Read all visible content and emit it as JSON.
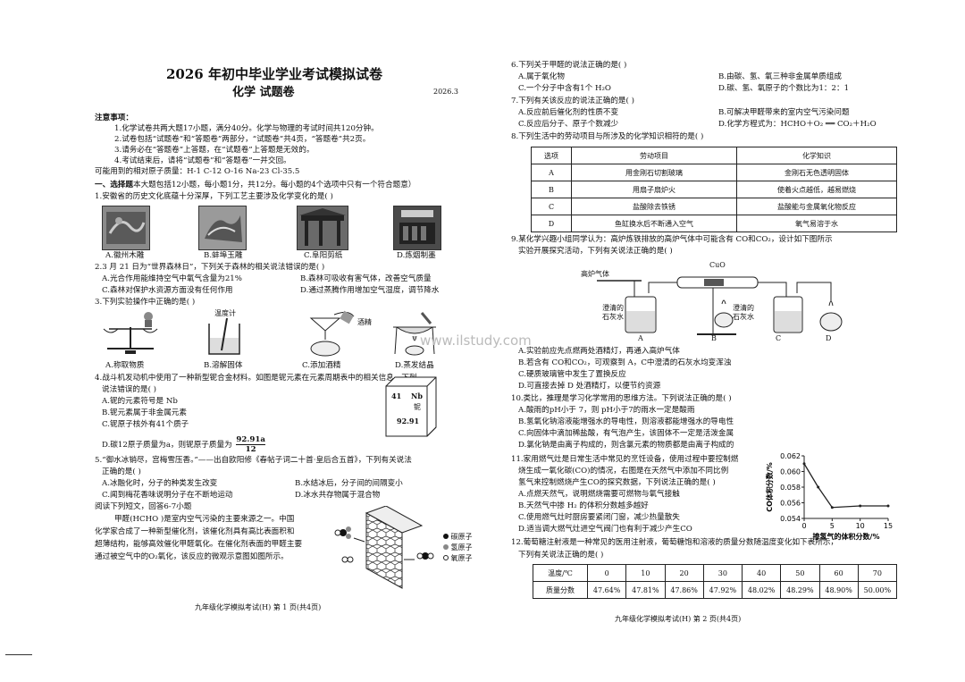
{
  "left": {
    "title": "2026 年初中毕业学业考试模拟试卷",
    "subtitle": "化学 试题卷",
    "date": "2026.3",
    "notes_head": "注意事项：",
    "notes": [
      "1.化学试卷共两大题17小题，满分40分。化学与物理的考试时间共120分钟。",
      "2.试卷包括“试题卷”和“答题卷”两部分，“试题卷”共4页，“答题卷”共2页。",
      "3.请务必在“答题卷”上答题，在“试题卷”上答题是无效的。",
      "4.考试结束后，请将“试题卷”和“答题卷”一并交回。"
    ],
    "atomic": "可能用到的相对原子质量：H-1    C-12    O-16    Na-23    Cl-35.5",
    "section1": "一、选择题",
    "section1_rest": "本大题包括12小题，每小题1分，共12分。每小题的4个选项中只有一个符合题意）",
    "q1": "1.安徽省的历史文化底蕴十分深厚，下列工艺主要涉及化学变化的是(      )",
    "q1_opts": [
      "A.徽州木雕",
      "B.蚌埠玉雕",
      "C.阜阳剪纸",
      "D.炼烟制墨"
    ],
    "q2": "2.3 月  21  日为“世界森林日”，下列关于森林的相关说法错误的是(      )",
    "q2_opts": [
      "A.光合作用能维持空气中氧气含量为21%",
      "B.森林可吸收有害气体，改善空气质量",
      "C.森林对保护水资源方面没有任何作用",
      "D.通过蒸腾作用增加空气湿度，调节降水"
    ],
    "q3": "3.下列实验操作中正确的是(      )",
    "q3_labels": [
      "温度计",
      "酒精"
    ],
    "q3_opts": [
      "A.称取物质",
      "B.溶解固体",
      "C.添加酒精",
      "D.蒸发结晶"
    ],
    "q4": [
      "4.战斗机发动机中使用了一种新型铌合金材料。如图是铌元素在元素周期表中的相关信息。下列",
      "说法错误的是(      )"
    ],
    "q4_opts": [
      "A.铌的元素符号是 Nb",
      "B.铌元素属于非金属元素",
      "C.铌原子核外有41个质子"
    ],
    "q4_d": "D.碳12原子质量为a，则铌原子质量为",
    "q4_frac_num": "92.91a",
    "q4_frac_den": "12",
    "nb": {
      "num": "41",
      "sym": "Nb",
      "name": "铌",
      "mass": "92.91"
    },
    "q5": [
      "5.“御水冰销尽，宫梅雪压香。”——出自欧阳修《春帖子词二十首·皇后合五首》，下列有关说法",
      "正确的是(      )"
    ],
    "q5_opts": [
      "A.冰融化时，分子的种类发生改变",
      "B.水结冰后，分子间的间隔变小",
      "C.闻到梅花香味说明分子在不断地运动",
      "D.冰水共存物属于混合物"
    ],
    "read": "阅读下列短文，回答6-7小题",
    "passage": [
      "甲醛(HCHO )是室内空气污染的主要来源之一。中国",
      "化学家合成了一种新型催化剂，该催化剂具有高比表面积和",
      "超薄结构，能够高效催化甲醛氧化。在催化剂表面的甲醛主要",
      "通过被空气中的O₂氧化，该反应的微观示意图如图所示。"
    ],
    "legend": [
      "碳原子",
      "氢原子",
      "氧原子"
    ],
    "footer": "九年级化学模拟考试(H)    第  1  页(共4页)"
  },
  "right": {
    "q6": "6.下列关于甲醛的说法正确的是(      )",
    "q6_opts": [
      "A.属于氧化物",
      "B.由碳、氢、氧三种非金属单质组成",
      "C.一个分子中含有1个 H₂O",
      "D.碳、氢、氧原子的个数比为1：2：1"
    ],
    "q7": "7.下列有关该反应的说法正确的是(      )",
    "q7_opts": [
      "A.反应前后催化剂的性质不变",
      "B.可解决甲醛带来的室内空气污染问题",
      "C.反应后分子、原子个数减少",
      "D.化学方程式为：HCHO＋O₂ ══ CO₂＋H₂O"
    ],
    "q8": "8.下列生活中的劳动项目与所涉及的化学知识相符的是(      )",
    "q8_table": {
      "headers": [
        "选项",
        "劳动项目",
        "化学知识"
      ],
      "rows": [
        [
          "A",
          "用金刚石切割玻璃",
          "金刚石无色透明固体"
        ],
        [
          "B",
          "用扇子扇炉火",
          "使着火点越低，越易燃烧"
        ],
        [
          "C",
          "盐酸除去铁锈",
          "盐酸能与金属氧化物反应"
        ],
        [
          "D",
          "鱼缸换水后不断通入空气",
          "氧气易溶于水"
        ]
      ]
    },
    "q9": [
      "9.某化学兴趣小组同学认为：高炉炼铁排放的高炉气体中可能含有 CO和CO₂，设计如下图所示",
      "实验开展探究活动，下列有关说法正确的是(      )"
    ],
    "apparatus_labels": [
      "高炉气体",
      "CuO",
      "澄清的",
      "石灰水",
      "澄清的",
      "石灰水",
      "A",
      "B",
      "C",
      "D"
    ],
    "q9_opts": [
      "A.实验前应先点燃两处酒精灯，再通入高炉气体",
      "B.若含有 CO和CO₂，可观察到 A，C中澄清的石灰水均变浑浊",
      "C.硬质玻璃管中发生了置换反应",
      "D.可直接去掉 D 处酒精灯，以便节约资源"
    ],
    "q10": "10.类比，推理是学习化学常用的思维方法。下列说法正确的是(      )",
    "q10_opts": [
      "A.酸雨的pH小于 7，则 pH小于7的雨水一定是酸雨",
      "B.氢氧化钠溶液能增强水的导电性，则溶液都能增强水的导电性",
      "C.向固体中滴加稀盐酸，有气泡产生，该固体不一定是活泼金属",
      "D.氯化钠是由离子构成的，则含氯元素的物质都是由离子构成的"
    ],
    "q11": [
      "11.家用燃气灶是日常生活中常见的烹饪设备，使用过程中要控制燃",
      "烧生成一氧化碳(CO)的情况，右图是在天然气中添加不同比例",
      "氢气来控制燃烧产生CO的探究数据，下列说法正确的是(      )"
    ],
    "q11_opts": [
      "A.点燃天然气，说明燃烧需要可燃物与氧气接触",
      "B.天然气中掺 H₂ 的体积分数越多越好",
      "C.使用燃气灶时厨房要紧闭门窗，减少热量散失",
      "D.适当调大燃气灶进空气阀门也有利于减少产生CO"
    ],
    "q12": [
      "12.葡萄糖注射液是一种常见的医用注射液，葡萄糖饱和溶液的质量分数随温度变化如下表所示，",
      "下列有关说法正确的是(      )"
    ],
    "q12_table": {
      "row1_head": "温度/℃",
      "temps": [
        "0",
        "10",
        "20",
        "30",
        "40",
        "50",
        "60",
        "70"
      ],
      "row2_head": "质量分数",
      "fracs": [
        "47.64%",
        "47.81%",
        "47.86%",
        "47.92%",
        "48.02%",
        "48.29%",
        "48.90%",
        "50.00%"
      ]
    },
    "footer": "九年级化学模拟考试(H)    第  2  页(共4页)"
  },
  "watermark": "www.ilstudy.com",
  "chart_data": {
    "type": "line",
    "x": [
      0,
      2.5,
      5,
      10,
      15
    ],
    "values": [
      0.061,
      0.058,
      0.0554,
      0.0556,
      0.0556
    ],
    "ylabel": "CO体积分数/%",
    "xlabel": "掺氢气的体积分数/%",
    "yticks": [
      "0.062",
      "0.060",
      "0.058",
      "0.056",
      "0.054"
    ],
    "xticks": [
      "0",
      "5",
      "10",
      "15"
    ],
    "xlim": [
      0,
      15
    ],
    "ylim": [
      0.054,
      0.062
    ],
    "grid": false
  }
}
